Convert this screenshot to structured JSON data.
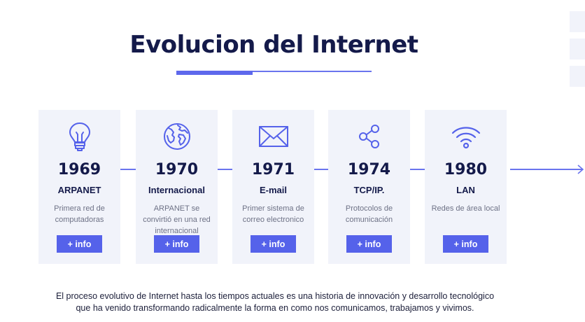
{
  "title": "Evolucion del Internet",
  "milestones": [
    {
      "icon": "lightbulb-icon",
      "year": "1969",
      "name": "ARPANET",
      "description": "Primera red de computadoras",
      "button": "+ info"
    },
    {
      "icon": "globe-icon",
      "year": "1970",
      "name": "Internacional",
      "description": "ARPANET se convirtió en una red internacional",
      "button": "+ info"
    },
    {
      "icon": "envelope-icon",
      "year": "1971",
      "name": "E-mail",
      "description": "Primer sistema de correo electronico",
      "button": "+ info"
    },
    {
      "icon": "share-icon",
      "year": "1974",
      "name": "TCP/IP.",
      "description": "Protocolos de comunicación",
      "button": "+ info"
    },
    {
      "icon": "wifi-icon",
      "year": "1980",
      "name": "LAN",
      "description": "Redes de área local",
      "button": "+ info"
    }
  ],
  "footer": {
    "line1": "El proceso evolutivo de Internet hasta los tiempos actuales es una historia de innovación y desarrollo tecnológico",
    "line2": "que ha venido transformando radicalmente la forma en como nos comunicamos, trabajamos y vivimos."
  },
  "colors": {
    "accent": "#5562ea",
    "card_bg": "#f1f3fa",
    "heading": "#141a4a",
    "line": "#6a74ee"
  }
}
